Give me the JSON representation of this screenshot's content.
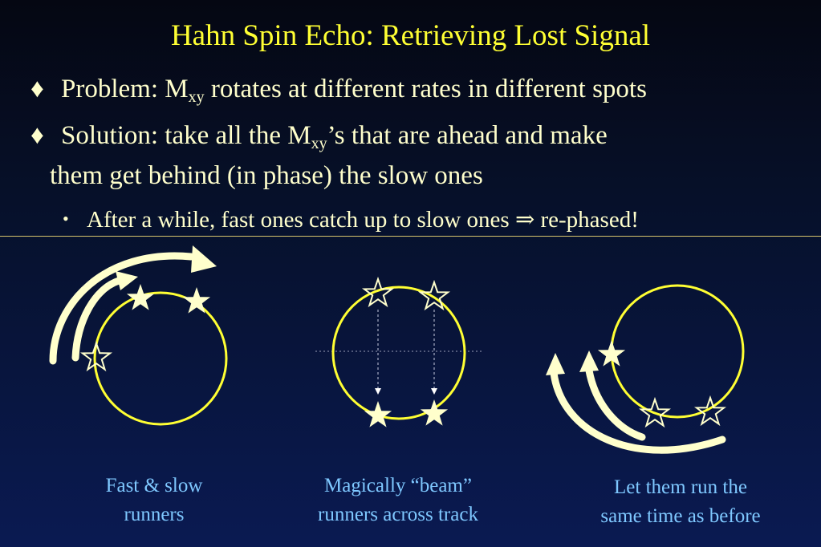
{
  "title": "Hahn Spin Echo: Retrieving Lost Signal",
  "bullets": {
    "problem": {
      "marker": "♦",
      "pre": "Problem: M",
      "sub": "xy",
      "post": " rotates at different rates in different spots"
    },
    "solution": {
      "marker": "♦",
      "pre": "Solution: take all the M",
      "sub": "xy",
      "post": "’s that are ahead and make",
      "continuation": "them get behind (in phase) the slow ones"
    },
    "subpoint": {
      "marker": "•",
      "pre": "After a while, fast ones catch up to slow ones ",
      "arrow": "⇒",
      "post": " re-phased!"
    }
  },
  "captions": {
    "left": "Fast & slow\nrunners",
    "middle": "Magically “beam”\nrunners across track",
    "right": "Let them run the\nsame time as before"
  },
  "colors": {
    "title": "#ffff33",
    "text": "#ffffcc",
    "caption": "#7fc8ff",
    "track": "#ffff33",
    "arrow": "#ffffcc",
    "star": "#ffffcc"
  }
}
